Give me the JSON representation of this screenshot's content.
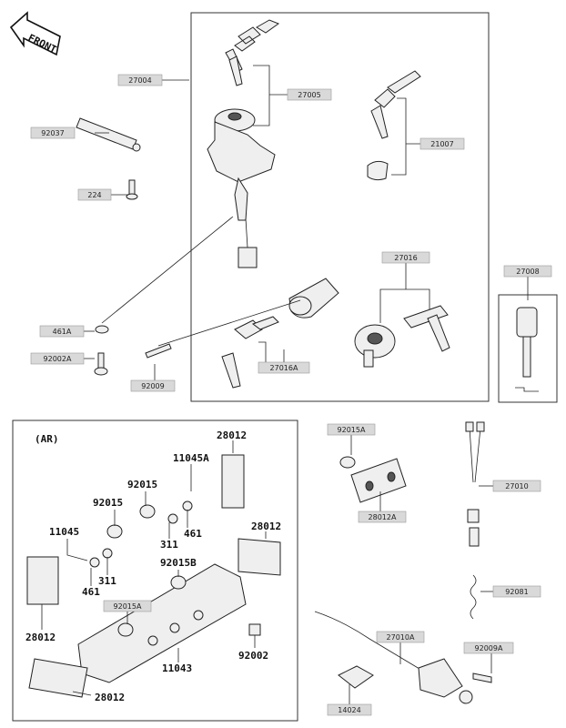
{
  "orientation": {
    "label": "FRONT"
  },
  "section_title": "(AR)",
  "labels": {
    "p27004": "27004",
    "p27005": "27005",
    "p92037": "92037",
    "p224": "224",
    "p21007": "21007",
    "p461A": "461A",
    "p92002A": "92002A",
    "p92009": "92009",
    "p27016A": "27016A",
    "p27016": "27016",
    "p27008": "27008",
    "p92015A_top": "92015A",
    "p28012A": "28012A",
    "p27010": "27010",
    "p92081": "92081",
    "p27010A": "27010A",
    "p92009A": "92009A",
    "p14024": "14024",
    "p28012_a": "28012",
    "p11045A": "11045A",
    "p92015_a": "92015",
    "p92015_b": "92015",
    "p461_a": "461",
    "p311_a": "311",
    "p11045": "11045",
    "p28012_b": "28012",
    "p92015B": "92015B",
    "p311_b": "311",
    "p461_b": "461",
    "p92015A_low": "92015A",
    "p28012_c": "28012",
    "p92002": "92002",
    "p11043": "11043",
    "p28012_d": "28012"
  }
}
